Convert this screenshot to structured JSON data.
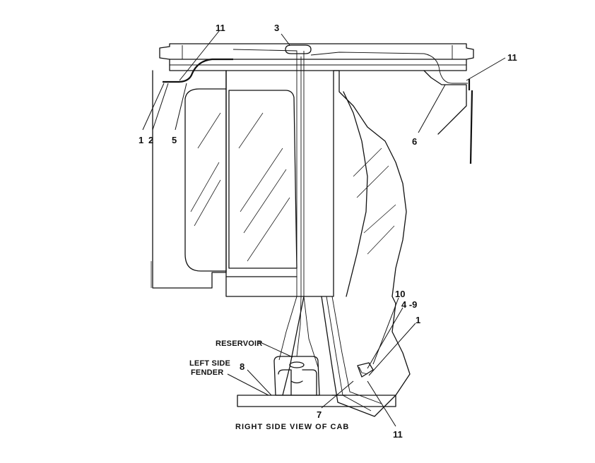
{
  "diagram": {
    "caption": "RIGHT SIDE VIEW OF CAB",
    "notes": {
      "reservoir": "RESERVOIR",
      "left_side": "LEFT SIDE",
      "fender": "FENDER"
    },
    "callouts": {
      "c1_left": "1",
      "c2": "2",
      "c5": "5",
      "c11_top_left": "11",
      "c3": "3",
      "c11_top_right": "11",
      "c6": "6",
      "c10": "10",
      "c4_9": "4 -9",
      "c1_right": "1",
      "c8": "8",
      "c7": "7",
      "c11_bottom": "11"
    }
  }
}
